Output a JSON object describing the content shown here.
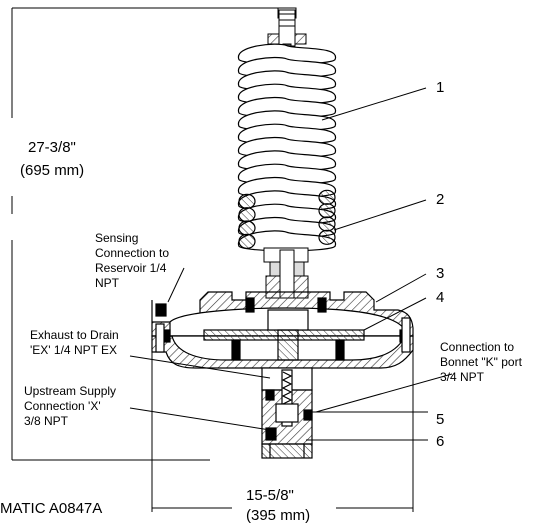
{
  "dimensions": {
    "height_imperial": "27-3/8\"",
    "height_metric": "(695 mm)",
    "width_imperial": "15-5/8\"",
    "width_metric": "(395 mm)"
  },
  "callouts": {
    "sensing": [
      "Sensing",
      "Connection to",
      "Reservoir 1/4",
      "NPT"
    ],
    "exhaust": [
      "Exhaust to Drain",
      "'EX' 1/4 NPT EX"
    ],
    "upstream": [
      "Upstream Supply",
      "Connection 'X'",
      "3/8 NPT"
    ],
    "bonnet": [
      "Connection to",
      "Bonnet \"K\" port",
      "3/4 NPT"
    ]
  },
  "part_numbers": [
    "1",
    "2",
    "3",
    "4",
    "5",
    "6"
  ],
  "drawing_id": "MATIC A0847A",
  "colors": {
    "line": "#000000",
    "hatch": "#444444",
    "background": "#ffffff"
  }
}
